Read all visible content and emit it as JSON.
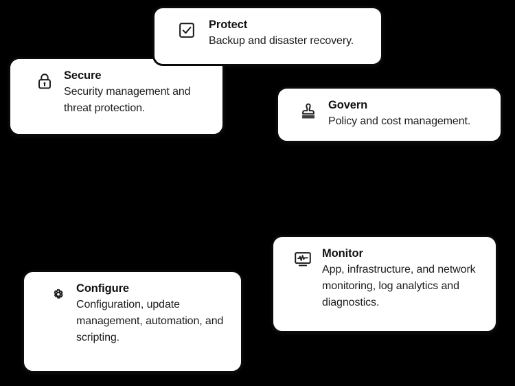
{
  "background_color": "#000000",
  "card_background": "#ffffff",
  "card_border_color": "#0a0a0a",
  "text_color": "#111111",
  "cards": [
    {
      "id": "protect",
      "icon": "checkbox-checked-icon",
      "title": "Protect",
      "description": "Backup and disaster recovery."
    },
    {
      "id": "secure",
      "icon": "lock-icon",
      "title": "Secure",
      "description": "Security management and threat protection."
    },
    {
      "id": "govern",
      "icon": "stamp-icon",
      "title": "Govern",
      "description": "Policy and cost management."
    },
    {
      "id": "monitor",
      "icon": "monitor-pulse-icon",
      "title": "Monitor",
      "description": "App, infrastructure, and network monitoring, log analytics and diagnostics."
    },
    {
      "id": "configure",
      "icon": "gear-icon",
      "title": "Configure",
      "description": "Configuration, update management, automation, and scripting."
    }
  ]
}
